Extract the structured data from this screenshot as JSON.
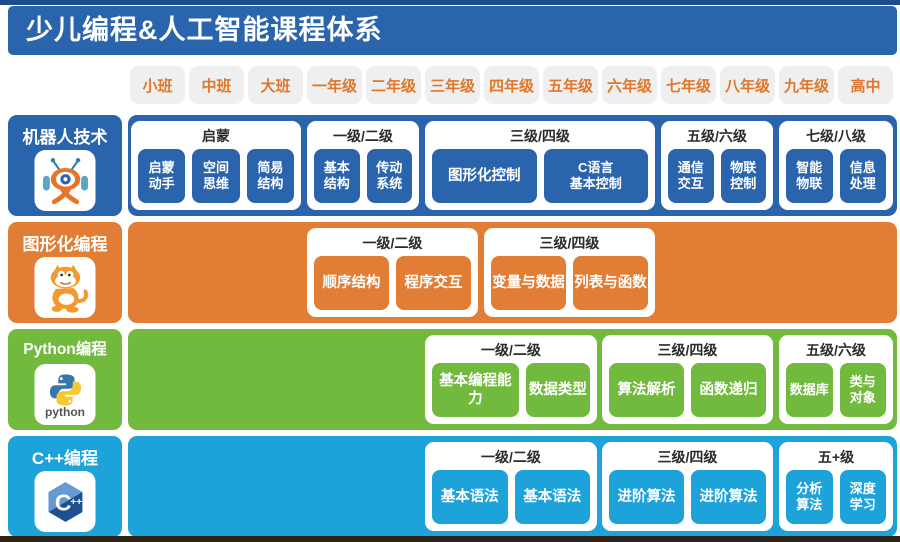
{
  "page": {
    "title": "少儿编程&人工智能课程体系"
  },
  "colors": {
    "blue": "#2a64ad",
    "orange": "#e17d34",
    "green": "#72ba3e",
    "cyan": "#1ea2da",
    "chip_bg": "#efefef",
    "chip_text": "#e0772c"
  },
  "grades": {
    "items": [
      "小班",
      "中班",
      "大班",
      "一年级",
      "二年级",
      "三年级",
      "四年级",
      "五年级",
      "六年级",
      "七年级",
      "八年级",
      "九年级",
      "高中"
    ]
  },
  "tracks": [
    {
      "name": "机器人技术",
      "icon": "robot-icon",
      "groups": [
        {
          "title": "启蒙",
          "cards": [
            "启蒙\n动手",
            "空间\n思维",
            "简易\n结构"
          ]
        },
        {
          "title": "一级/二级",
          "cards": [
            "基本\n结构",
            "传动\n系统"
          ]
        },
        {
          "title": "三级/四级",
          "cards": [
            "图形化控制",
            "C语言\n基本控制"
          ]
        },
        {
          "title": "五级/六级",
          "cards": [
            "通信\n交互",
            "物联\n控制"
          ]
        },
        {
          "title": "七级/八级",
          "cards": [
            "智能\n物联",
            "信息\n处理"
          ]
        }
      ]
    },
    {
      "name": "图形化编程",
      "icon": "scratch-cat-icon",
      "groups": [
        {
          "title": "一级/二级",
          "cards": [
            "顺序结构",
            "程序交互"
          ]
        },
        {
          "title": "三级/四级",
          "cards": [
            "变量与数据",
            "列表与函数"
          ]
        }
      ]
    },
    {
      "name": "Python编程",
      "icon": "python-icon",
      "icon_text": "python",
      "groups": [
        {
          "title": "一级/二级",
          "cards": [
            "基本编程能力",
            "数据类型"
          ]
        },
        {
          "title": "三级/四级",
          "cards": [
            "算法解析",
            "函数递归"
          ]
        },
        {
          "title": "五级/六级",
          "cards": [
            "数据库",
            "类与\n对象"
          ]
        }
      ]
    },
    {
      "name": "C++编程",
      "icon": "cpp-icon",
      "icon_text_c": "C",
      "icon_text_pp": "++",
      "groups": [
        {
          "title": "一级/二级",
          "cards": [
            "基本语法",
            "基本语法"
          ]
        },
        {
          "title": "三级/四级",
          "cards": [
            "进阶算法",
            "进阶算法"
          ]
        },
        {
          "title": "五+级",
          "cards": [
            "分析\n算法",
            "深度\n学习"
          ]
        }
      ]
    }
  ]
}
